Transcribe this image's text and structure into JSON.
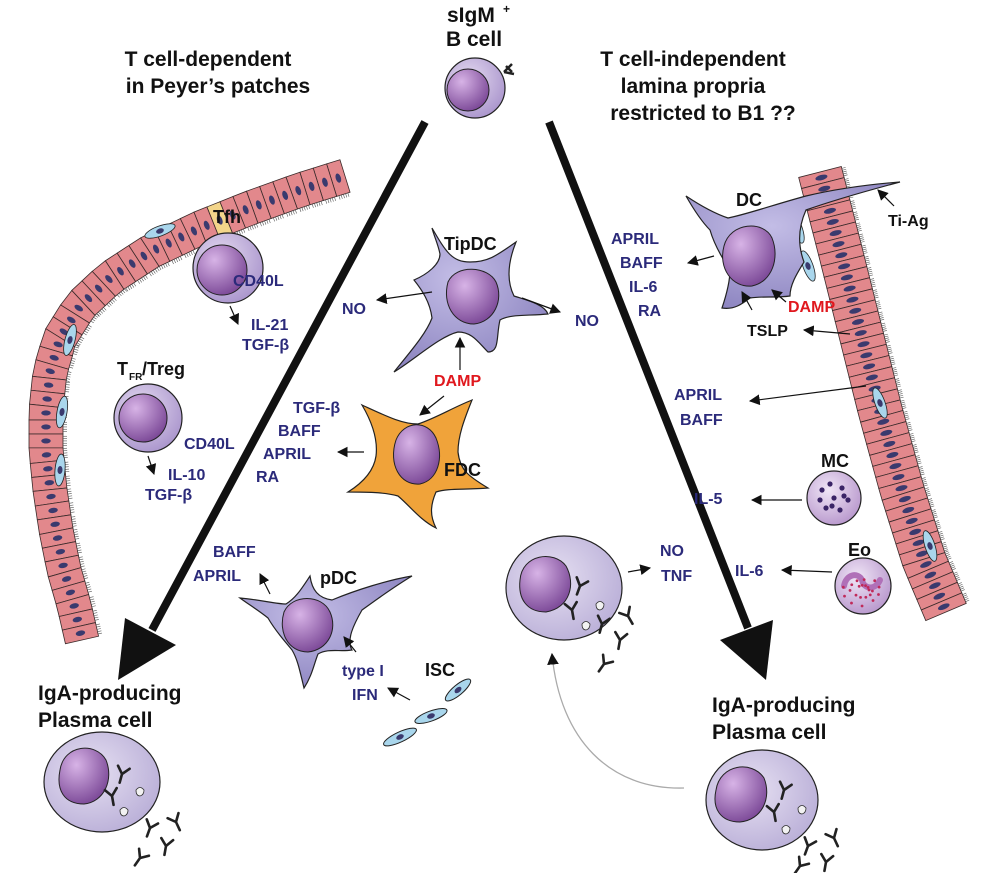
{
  "headings": {
    "left": [
      "T cell-dependent",
      "in Peyer’s patches"
    ],
    "right": [
      "T cell-independent",
      "lamina propria",
      "restricted to B1 ??"
    ],
    "top": [
      "sIgM",
      "+",
      "B cell"
    ],
    "plasma_left": [
      "IgA-producing",
      "Plasma cell"
    ],
    "plasma_right": [
      "IgA-producing",
      "Plasma cell"
    ]
  },
  "cells": {
    "tfh": "Tfh",
    "treg_t": "T",
    "treg_sub": "FR",
    "treg_rest": "/Treg",
    "tipdc": "TipDC",
    "fdc": "FDC",
    "pdc": "pDC",
    "isc": "ISC",
    "dc": "DC",
    "mc": "MC",
    "eo": "Eo"
  },
  "molecules": {
    "tfh_cd40l": "CD40L",
    "tfh_out": [
      "IL-21",
      "TGF-β"
    ],
    "treg_cd40l": "CD40L",
    "treg_out": [
      "IL-10",
      "TGF-β"
    ],
    "tip_left": "NO",
    "tip_right": "NO",
    "damp_tip": "DAMP",
    "fdc_out": [
      "TGF-β",
      "BAFF",
      "APRIL",
      "RA"
    ],
    "pdc_out": [
      "BAFF",
      "APRIL"
    ],
    "isc_out": [
      "type I",
      "IFN"
    ],
    "dc_out": [
      "APRIL",
      "BAFF",
      "IL-6",
      "RA"
    ],
    "ti_ag": "Ti-Ag",
    "damp_dc": "DAMP",
    "tslp": "TSLP",
    "epi_out": [
      "APRIL",
      "BAFF"
    ],
    "mc_out": "IL-5",
    "eo_out": "IL-6",
    "plasma_out": [
      "NO",
      "TNF"
    ]
  },
  "colors": {
    "epithelium": "#e2888c",
    "nucleus_epi": "#3a3a6e",
    "lymphocyte": "#c6b6de",
    "nucleus": "#8a5aa6",
    "dc": "#9f98cc",
    "fdc": "#f0a33a",
    "isc": "#a9d6ec",
    "molecule": "#2b2a7a",
    "damp": "#e0181e"
  }
}
